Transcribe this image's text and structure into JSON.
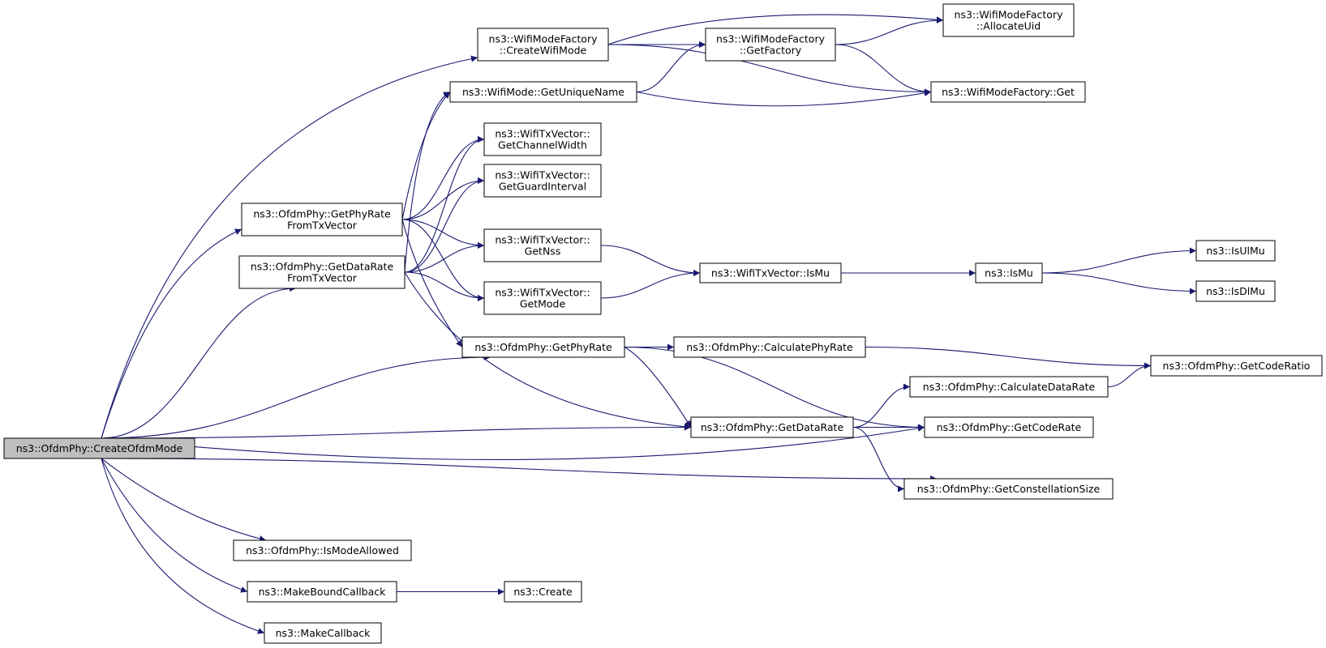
{
  "graph": {
    "colors": {
      "edge": "#191970",
      "node_border": "#000000",
      "root_fill": "#bfbfbf",
      "node_fill": "#ffffff"
    },
    "nodes": [
      {
        "id": "createOfdmMode",
        "lines": [
          "ns3::OfdmPhy::CreateOfdmMode"
        ],
        "root": true
      },
      {
        "id": "createWifiMode",
        "lines": [
          "ns3::WifiModeFactory",
          "::CreateWifiMode"
        ]
      },
      {
        "id": "getUniqueName",
        "lines": [
          "ns3::WifiMode::GetUniqueName"
        ]
      },
      {
        "id": "getFactory",
        "lines": [
          "ns3::WifiModeFactory",
          "::GetFactory"
        ]
      },
      {
        "id": "allocateUid",
        "lines": [
          "ns3::WifiModeFactory",
          "::AllocateUid"
        ]
      },
      {
        "id": "factoryGet",
        "lines": [
          "ns3::WifiModeFactory::Get"
        ]
      },
      {
        "id": "getChannelWidth",
        "lines": [
          "ns3::WifiTxVector::",
          "GetChannelWidth"
        ]
      },
      {
        "id": "getGuardInterval",
        "lines": [
          "ns3::WifiTxVector::",
          "GetGuardInterval"
        ]
      },
      {
        "id": "getPhyRateFromTx",
        "lines": [
          "ns3::OfdmPhy::GetPhyRate",
          "FromTxVector"
        ]
      },
      {
        "id": "getNss",
        "lines": [
          "ns3::WifiTxVector::",
          "GetNss"
        ]
      },
      {
        "id": "getDataRateFromTx",
        "lines": [
          "ns3::OfdmPhy::GetDataRate",
          "FromTxVector"
        ]
      },
      {
        "id": "getMode",
        "lines": [
          "ns3::WifiTxVector::",
          "GetMode"
        ]
      },
      {
        "id": "txIsMu",
        "lines": [
          "ns3::WifiTxVector::IsMu"
        ]
      },
      {
        "id": "isMu",
        "lines": [
          "ns3::IsMu"
        ]
      },
      {
        "id": "isUlMu",
        "lines": [
          "ns3::IsUlMu"
        ]
      },
      {
        "id": "isDlMu",
        "lines": [
          "ns3::IsDlMu"
        ]
      },
      {
        "id": "getPhyRate",
        "lines": [
          "ns3::OfdmPhy::GetPhyRate"
        ]
      },
      {
        "id": "calculatePhyRate",
        "lines": [
          "ns3::OfdmPhy::CalculatePhyRate"
        ]
      },
      {
        "id": "getCodeRatio",
        "lines": [
          "ns3::OfdmPhy::GetCodeRatio"
        ]
      },
      {
        "id": "calculateDataRate",
        "lines": [
          "ns3::OfdmPhy::CalculateDataRate"
        ]
      },
      {
        "id": "getDataRate",
        "lines": [
          "ns3::OfdmPhy::GetDataRate"
        ]
      },
      {
        "id": "getCodeRate",
        "lines": [
          "ns3::OfdmPhy::GetCodeRate"
        ]
      },
      {
        "id": "getConstellationSize",
        "lines": [
          "ns3::OfdmPhy::GetConstellationSize"
        ]
      },
      {
        "id": "isModeAllowed",
        "lines": [
          "ns3::OfdmPhy::IsModeAllowed"
        ]
      },
      {
        "id": "makeBoundCallback",
        "lines": [
          "ns3::MakeBoundCallback"
        ]
      },
      {
        "id": "create",
        "lines": [
          "ns3::Create"
        ]
      },
      {
        "id": "makeCallback",
        "lines": [
          "ns3::MakeCallback"
        ]
      }
    ],
    "edges": [
      {
        "from": "createOfdmMode",
        "to": "createWifiMode"
      },
      {
        "from": "createOfdmMode",
        "to": "getPhyRateFromTx"
      },
      {
        "from": "createOfdmMode",
        "to": "getDataRateFromTx"
      },
      {
        "from": "createOfdmMode",
        "to": "getPhyRate"
      },
      {
        "from": "createOfdmMode",
        "to": "getDataRate"
      },
      {
        "from": "createOfdmMode",
        "to": "getCodeRate"
      },
      {
        "from": "createOfdmMode",
        "to": "getConstellationSize"
      },
      {
        "from": "createOfdmMode",
        "to": "isModeAllowed"
      },
      {
        "from": "createOfdmMode",
        "to": "makeBoundCallback"
      },
      {
        "from": "createOfdmMode",
        "to": "makeCallback"
      },
      {
        "from": "createWifiMode",
        "to": "allocateUid"
      },
      {
        "from": "createWifiMode",
        "to": "getFactory"
      },
      {
        "from": "createWifiMode",
        "to": "factoryGet"
      },
      {
        "from": "getFactory",
        "to": "allocateUid"
      },
      {
        "from": "getFactory",
        "to": "factoryGet"
      },
      {
        "from": "getUniqueName",
        "to": "getFactory"
      },
      {
        "from": "getUniqueName",
        "to": "factoryGet"
      },
      {
        "from": "getPhyRateFromTx",
        "to": "getUniqueName"
      },
      {
        "from": "getPhyRateFromTx",
        "to": "getChannelWidth"
      },
      {
        "from": "getPhyRateFromTx",
        "to": "getGuardInterval"
      },
      {
        "from": "getPhyRateFromTx",
        "to": "getNss"
      },
      {
        "from": "getPhyRateFromTx",
        "to": "getMode"
      },
      {
        "from": "getPhyRateFromTx",
        "to": "getPhyRate"
      },
      {
        "from": "getDataRateFromTx",
        "to": "getUniqueName"
      },
      {
        "from": "getDataRateFromTx",
        "to": "getChannelWidth"
      },
      {
        "from": "getDataRateFromTx",
        "to": "getGuardInterval"
      },
      {
        "from": "getDataRateFromTx",
        "to": "getNss"
      },
      {
        "from": "getDataRateFromTx",
        "to": "getMode"
      },
      {
        "from": "getDataRateFromTx",
        "to": "getDataRate"
      },
      {
        "from": "getNss",
        "to": "txIsMu"
      },
      {
        "from": "getMode",
        "to": "txIsMu"
      },
      {
        "from": "txIsMu",
        "to": "isMu"
      },
      {
        "from": "isMu",
        "to": "isUlMu"
      },
      {
        "from": "isMu",
        "to": "isDlMu"
      },
      {
        "from": "getPhyRate",
        "to": "calculatePhyRate"
      },
      {
        "from": "getPhyRate",
        "to": "getDataRate"
      },
      {
        "from": "getPhyRate",
        "to": "getCodeRate"
      },
      {
        "from": "calculatePhyRate",
        "to": "getCodeRatio"
      },
      {
        "from": "calculateDataRate",
        "to": "getCodeRatio"
      },
      {
        "from": "getDataRate",
        "to": "calculateDataRate"
      },
      {
        "from": "getDataRate",
        "to": "getCodeRate"
      },
      {
        "from": "getDataRate",
        "to": "getConstellationSize"
      },
      {
        "from": "makeBoundCallback",
        "to": "create"
      }
    ]
  }
}
